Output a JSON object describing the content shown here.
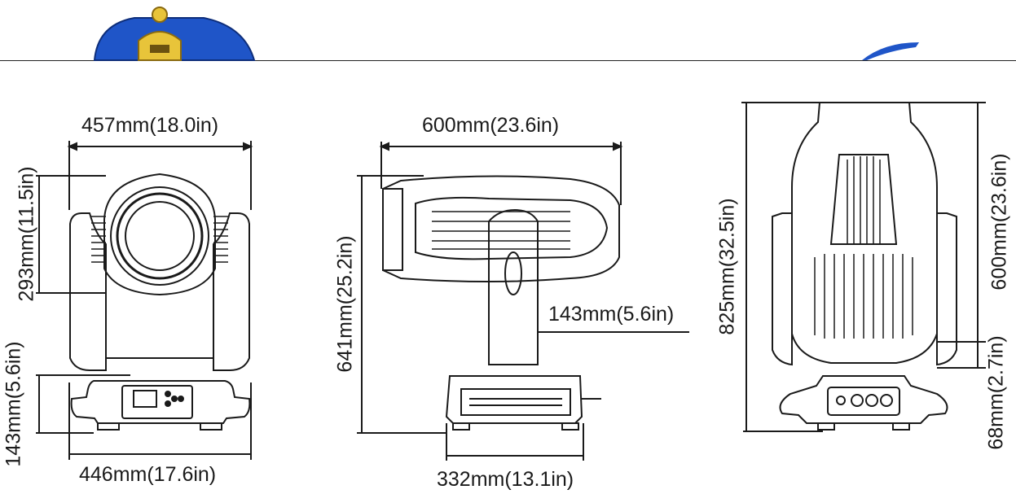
{
  "views": {
    "front": {
      "width_top": "457mm(18.0in)",
      "width_bottom": "446mm(17.6in)",
      "head_height": "293mm(11.5in)",
      "base_height": "143mm(5.6in)"
    },
    "side": {
      "width_top": "600mm(23.6in)",
      "base_width": "332mm(13.1in)",
      "total_height": "641mm(25.2in)",
      "arm_offset": "143mm(5.6in)"
    },
    "back": {
      "total_height": "825mm(32.5in)",
      "head_height": "600mm(23.6in)",
      "gap_height": "68mm(2.7in)"
    }
  },
  "colors": {
    "logo_blue": "#1f55c8",
    "logo_gold": "#e8c43a",
    "line": "#1a1a1a"
  }
}
